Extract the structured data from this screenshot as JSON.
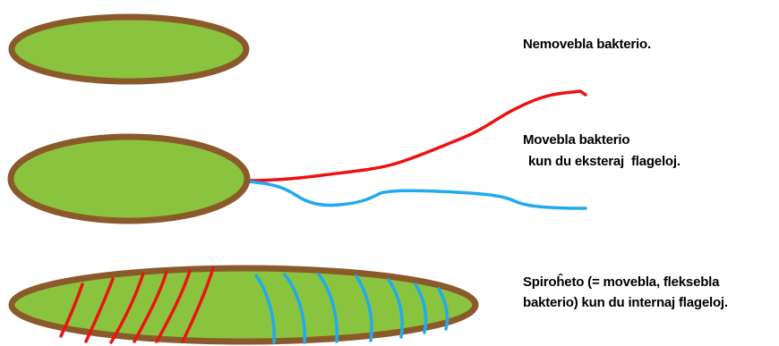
{
  "labels": {
    "nonmotile": "Nemovebla bakterio.",
    "motile_line1": "Movebla bakterio",
    "motile_line2": " kun du eksteraj  flageloj.",
    "spirochete_line1": "Spiroĥeto (= movebla, fleksebla",
    "spirochete_line2": "bakterio) kun du internaj flageloj."
  },
  "colors": {
    "cell_fill": "#8ac43f",
    "cell_outline": "#8b5a2b",
    "flagellum_red": "#ee1111",
    "flagellum_blue": "#22aaee"
  }
}
